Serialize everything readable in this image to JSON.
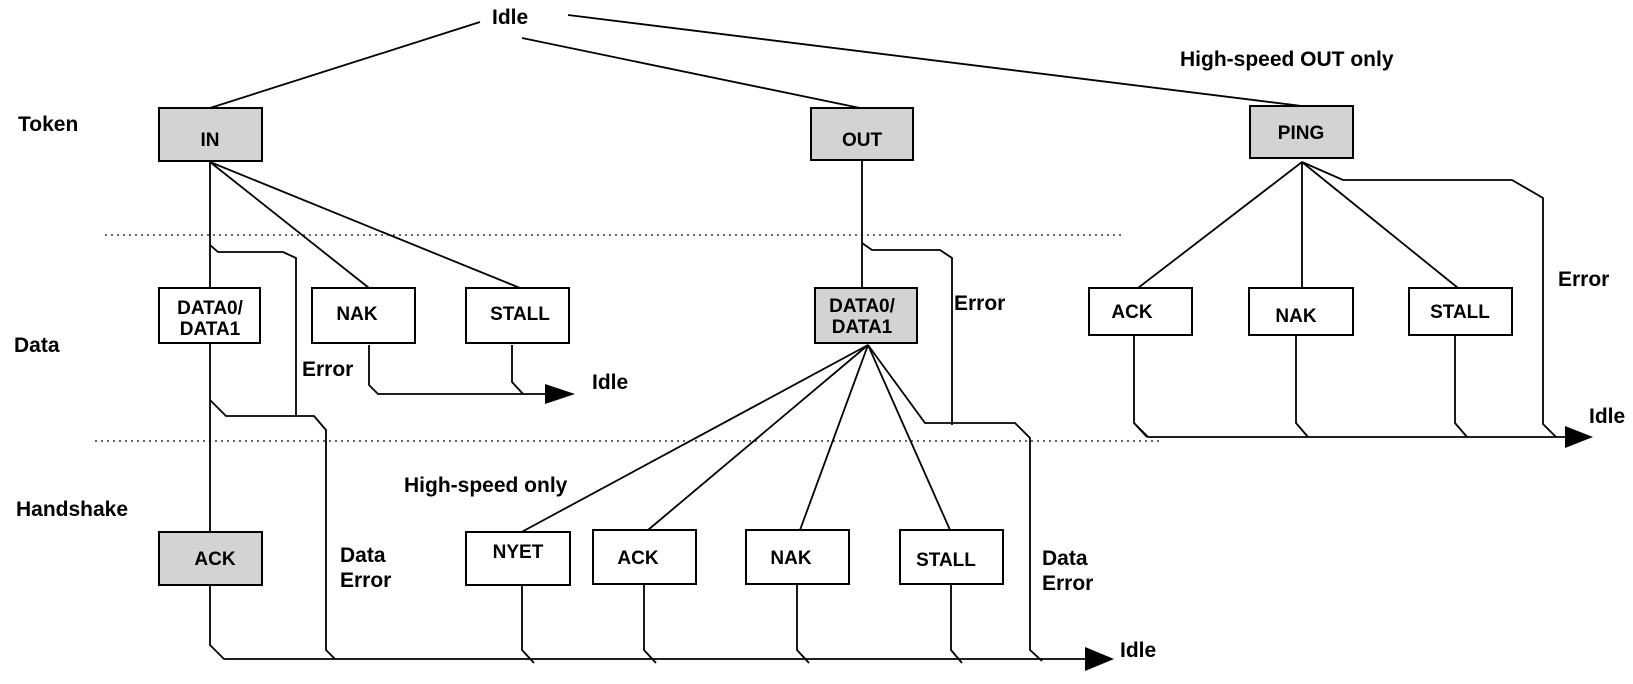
{
  "labels": {
    "idle_top": "Idle",
    "high_speed_out_only": "High-speed OUT only",
    "token": "Token",
    "data": "Data",
    "handshake": "Handshake",
    "error_in": "Error",
    "idle_in_data": "Idle",
    "error_out": "Error",
    "error_ping": "Error",
    "idle_ping": "Idle",
    "high_speed_only": "High-speed only",
    "data_error_in_1": "Data",
    "data_error_in_2": "Error",
    "data_error_out_1": "Data",
    "data_error_out_2": "Error",
    "idle_bottom": "Idle"
  },
  "boxes": {
    "in": "IN",
    "out": "OUT",
    "ping": "PING",
    "in_data_1": "DATA0/",
    "in_data_2": "DATA1",
    "in_nak": "NAK",
    "in_stall": "STALL",
    "out_data_1": "DATA0/",
    "out_data_2": "DATA1",
    "ping_ack": "ACK",
    "ping_nak": "NAK",
    "ping_stall": "STALL",
    "in_ack": "ACK",
    "out_nyet": "NYET",
    "out_ack": "ACK",
    "out_nak": "NAK",
    "out_stall": "STALL"
  },
  "colors": {
    "shaded_box": "#d3d3d3",
    "plain_box": "#ffffff",
    "line": "#000000"
  }
}
